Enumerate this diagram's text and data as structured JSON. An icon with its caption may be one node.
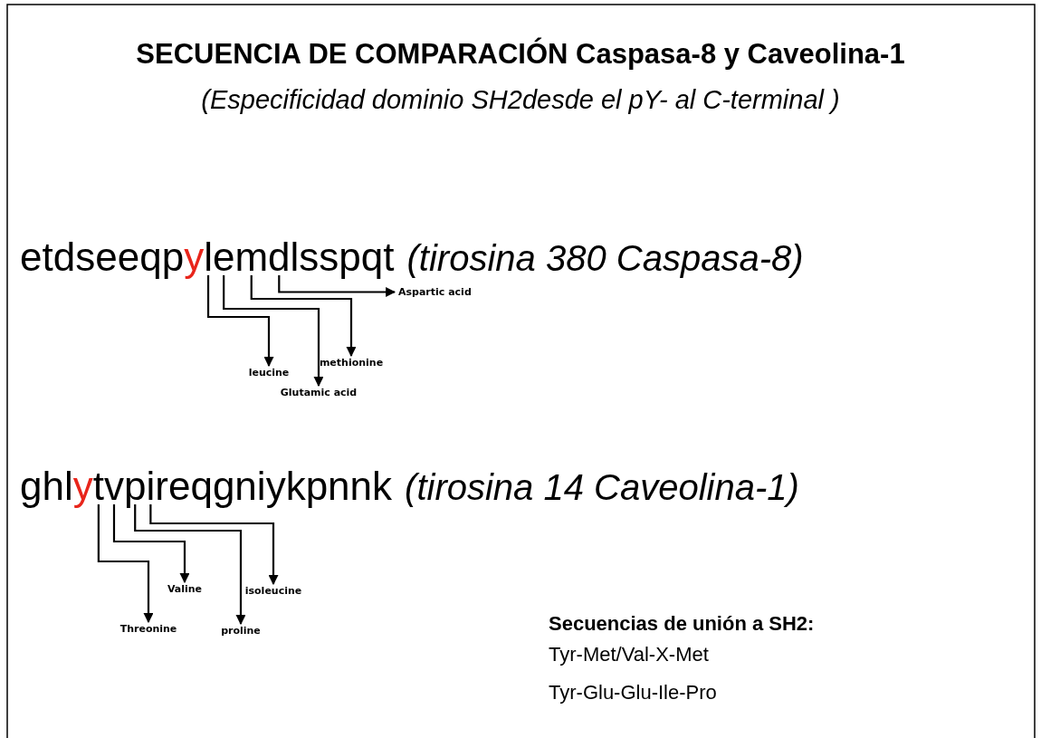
{
  "diagram": {
    "title": "SECUENCIA DE COMPARACIÓN Caspasa-8 y Caveolina-1",
    "nodes": [
      {
        "text": [
          "etdseeqpylemdlsspqt",
          "(tirosina 380 Caspasa-8)"
        ]
      },
      {
        "text": [
          "Aspartic acid"
        ]
      },
      {
        "text": [
          "leucine"
        ]
      },
      {
        "text": [
          "Glutamic acid"
        ]
      },
      {
        "text": [
          "methionine"
        ]
      },
      {
        "text": [
          "ghlytvpireqgniykpnnk",
          "(tirosina 14 Caveolina-1)"
        ]
      },
      {
        "text": [
          "Valine"
        ]
      },
      {
        "text": [
          "isoleucine"
        ]
      },
      {
        "text": [
          "Threonine"
        ]
      },
      {
        "text": [
          "proline"
        ]
      }
    ],
    "edges": [
      {
        "from": 0,
        "to": 2,
        "arrow": "to"
      },
      {
        "from": 0,
        "to": 3,
        "arrow": "to"
      },
      {
        "from": 0,
        "to": 4,
        "arrow": "to"
      },
      {
        "from": 0,
        "to": 1,
        "arrow": "to"
      },
      {
        "from": 5,
        "to": 8,
        "arrow": "to"
      },
      {
        "from": 5,
        "to": 6,
        "arrow": "to"
      },
      {
        "from": 5,
        "to": 9,
        "arrow": "to"
      },
      {
        "from": 5,
        "to": 7,
        "arrow": "to"
      }
    ],
    "labels": [
      "(Especificidad dominio SH2desde el pY- al C-terminal )",
      "Secuencias de unión a SH2:",
      "Tyr-Met/Val-X-Met",
      "Tyr-Glu-Glu-Ile-Pro"
    ]
  }
}
